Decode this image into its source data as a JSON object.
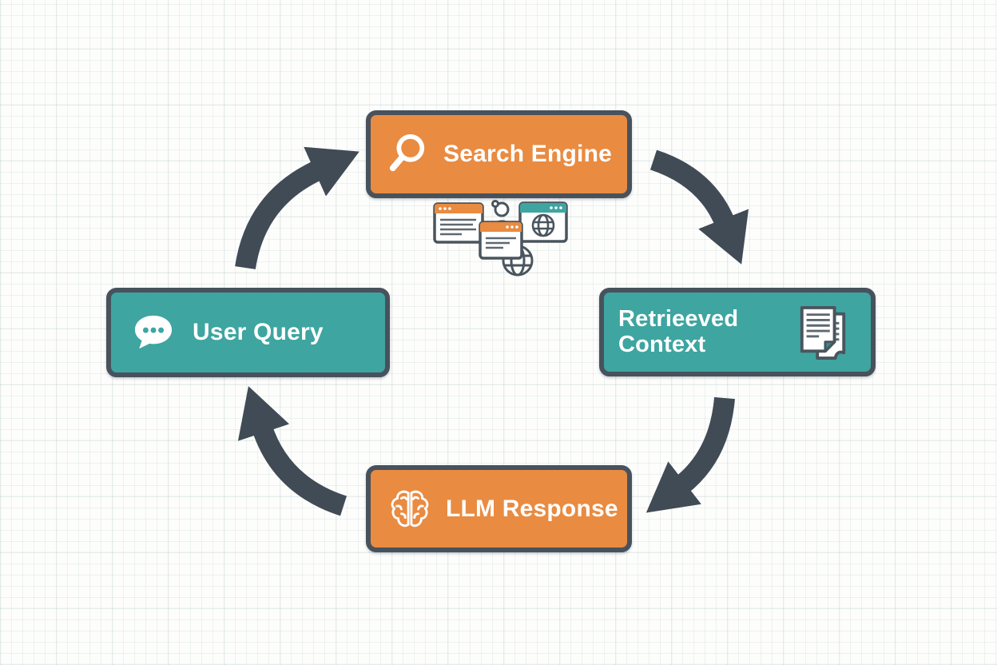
{
  "diagram": {
    "type": "cycle-flowchart",
    "colors": {
      "orange": "#E98B41",
      "teal": "#3EA5A1",
      "box_border": "#48525C",
      "arrow": "#404B55",
      "label_text": "#FFFFFF",
      "grid_line": "#E3ECEC"
    },
    "nodes": {
      "search_engine": {
        "label": "Search Engine",
        "icon": "magnifier-icon",
        "fill": "#E98B41"
      },
      "retrieved_context": {
        "label_line1": "Retrieeved",
        "label_line2": "Context",
        "icon": "documents-icon",
        "fill": "#3EA5A1"
      },
      "llm_response": {
        "label": "LLM Response",
        "icon": "brain-icon",
        "fill": "#E98B41"
      },
      "user_query": {
        "label": "User Query",
        "icon": "chat-bubble-icon",
        "fill": "#3EA5A1"
      }
    },
    "flow": [
      {
        "from": "user_query",
        "to": "search_engine"
      },
      {
        "from": "search_engine",
        "to": "retrieved_context"
      },
      {
        "from": "retrieved_context",
        "to": "llm_response"
      },
      {
        "from": "llm_response",
        "to": "user_query"
      }
    ],
    "decorations": {
      "icons": [
        "browser-window-icon",
        "browser-window-icon",
        "browser-window-icon",
        "globe-icon",
        "globe-icon",
        "person-icon"
      ]
    }
  }
}
